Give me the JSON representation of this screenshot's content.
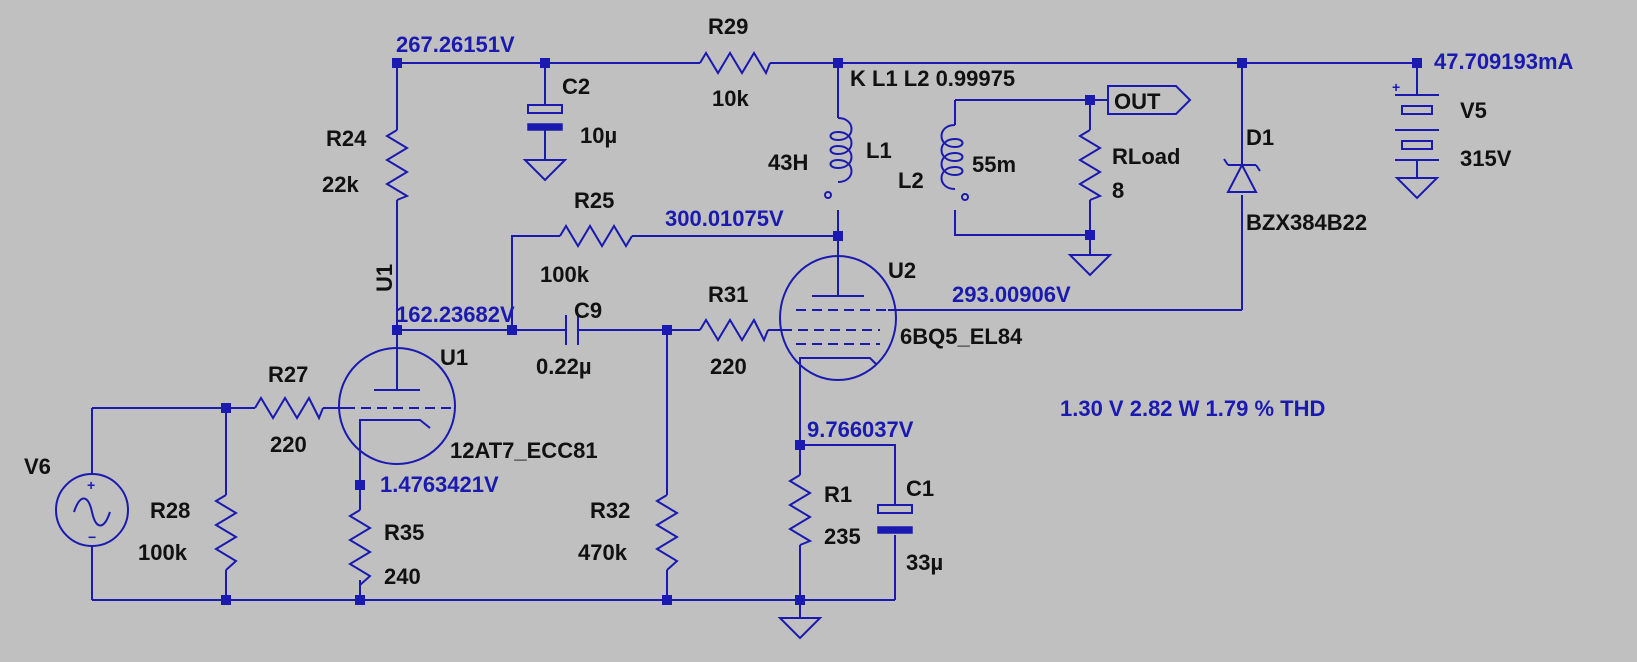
{
  "colors": {
    "background": "#c0c0c0",
    "wire": "#1a1ab0",
    "label": "#111111",
    "annotation": "#1a1ab0"
  },
  "nets": {
    "r24_top": "267.26151V",
    "l1_bottom": "300.01075V",
    "u1_plate": "162.23682V",
    "u2_screen": "293.00906V",
    "u2_cathode": "9.766037V",
    "u1_cathode": "1.4763421V",
    "v5_current": "47.709193mA"
  },
  "summary": "1.30 V  2.82 W   1.79 % THD",
  "coupling": "K L1 L2  0.99975",
  "output_label": "OUT",
  "components": {
    "R29": {
      "ref": "R29",
      "value": "10k"
    },
    "R24": {
      "ref": "R24",
      "value": "22k"
    },
    "C2": {
      "ref": "C2",
      "value": "10µ"
    },
    "R25": {
      "ref": "R25",
      "value": "100k"
    },
    "L1": {
      "ref": "L1",
      "value": "43H"
    },
    "L2": {
      "ref": "L2",
      "value": "55m"
    },
    "RLoad": {
      "ref": "RLoad",
      "value": "8"
    },
    "D1": {
      "ref": "D1",
      "value": "BZX384B22"
    },
    "V5": {
      "ref": "V5",
      "value": "315V"
    },
    "U1": {
      "ref": "U1",
      "value": "12AT7_ECC81",
      "rotated_ref": "U1"
    },
    "U2": {
      "ref": "U2",
      "value": "6BQ5_EL84"
    },
    "C9": {
      "ref": "C9",
      "value": "0.22µ"
    },
    "R31": {
      "ref": "R31",
      "value": "220"
    },
    "R27": {
      "ref": "R27",
      "value": "220"
    },
    "R28": {
      "ref": "R28",
      "value": "100k"
    },
    "R35": {
      "ref": "R35",
      "value": "240"
    },
    "R32": {
      "ref": "R32",
      "value": "470k"
    },
    "R1": {
      "ref": "R1",
      "value": "235"
    },
    "C1": {
      "ref": "C1",
      "value": "33µ"
    },
    "V6": {
      "ref": "V6"
    }
  }
}
